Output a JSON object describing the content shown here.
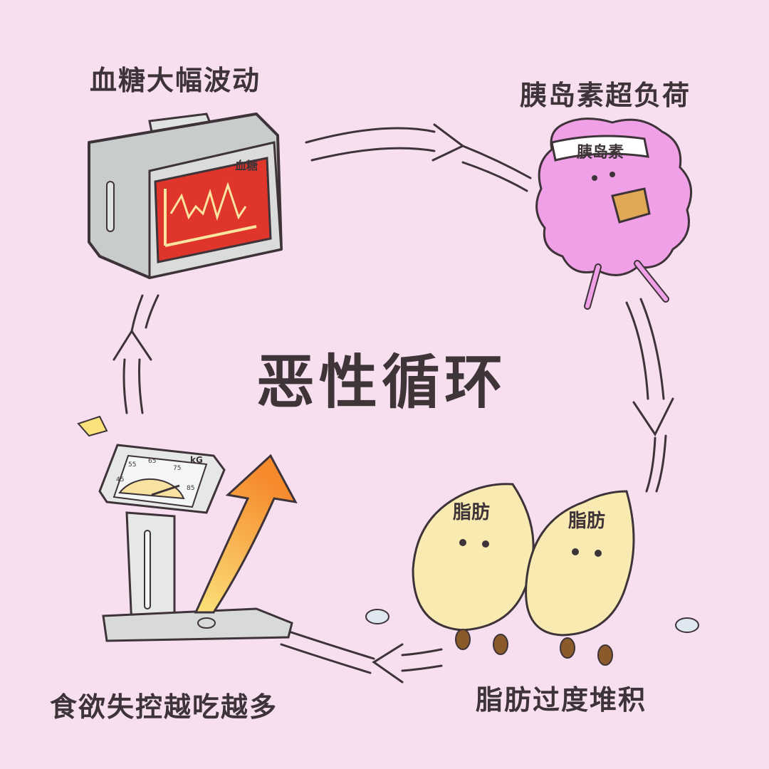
{
  "title": "恶性循环",
  "stages": [
    {
      "label": "血糖大幅波动",
      "tag": "血糖"
    },
    {
      "label": "胰岛素超负荷",
      "tag": "胰岛素"
    },
    {
      "label": "脂肪过度堆积",
      "tag": "脂肪"
    },
    {
      "label": "食欲失控越吃越多",
      "tag": "kG"
    }
  ],
  "scale": {
    "ticks": [
      "45",
      "55",
      "65",
      "75",
      "85"
    ],
    "unit": "kG"
  },
  "colors": {
    "background": "#f7dff0",
    "text": "#3d3338",
    "monitor_screen": "#e0352b",
    "insulin_cloud": "#f0a0e6",
    "fat_blob": "#f8eab0",
    "arrow_up": "#f8a030"
  }
}
